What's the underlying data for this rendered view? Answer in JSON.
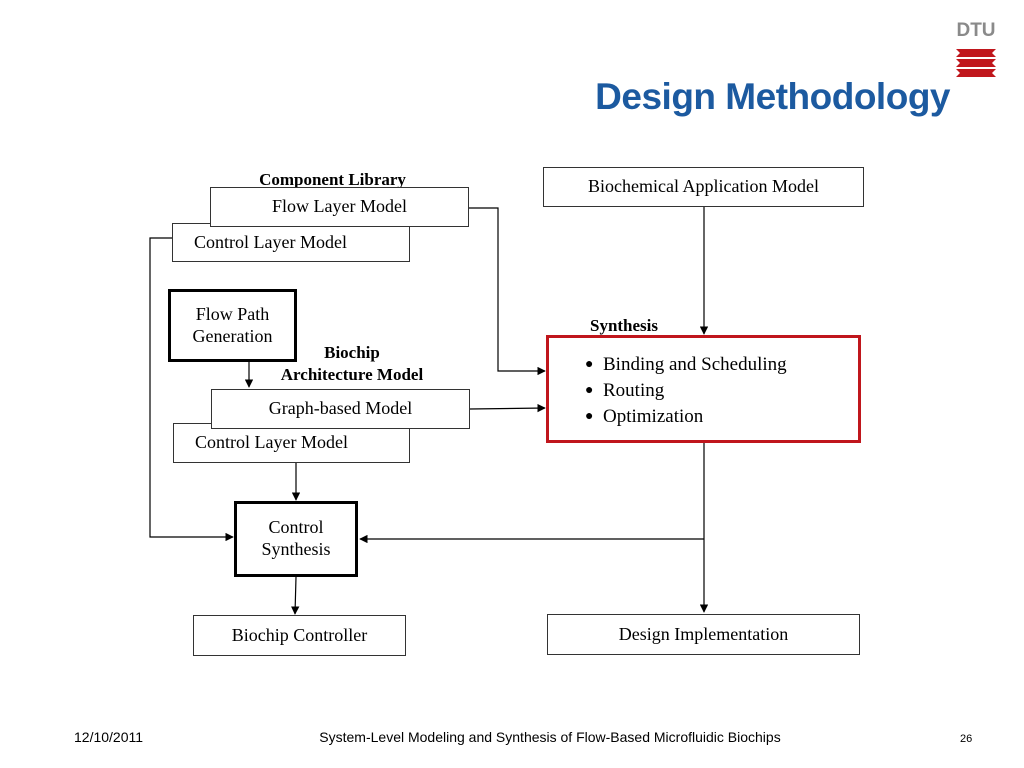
{
  "slide": {
    "title": "Design Methodology",
    "logo_text": "DTU",
    "accent_color": "#1c5aa0",
    "highlight_color": "#c0161c"
  },
  "diagram": {
    "labels": {
      "component_library": "Component Library",
      "synthesis": "Synthesis",
      "biochip_arch_line1": "Biochip",
      "biochip_arch_line2": "Architecture Model"
    },
    "boxes": {
      "flow_layer_model": "Flow Layer Model",
      "control_layer_model_top": "Control Layer Model",
      "flow_path_line1": "Flow Path",
      "flow_path_line2": "Generation",
      "graph_based_model": "Graph-based Model",
      "control_layer_model_bottom": "Control Layer Model",
      "control_synthesis_line1": "Control",
      "control_synthesis_line2": "Synthesis",
      "biochip_controller": "Biochip Controller",
      "biochemical_app_model": "Biochemical Application Model",
      "design_implementation": "Design Implementation"
    },
    "synthesis_items": [
      "Binding and Scheduling",
      "Routing",
      "Optimization"
    ]
  },
  "footer": {
    "date": "12/10/2011",
    "caption": "System-Level Modeling and Synthesis of Flow-Based Microfluidic Biochips",
    "page_number": "26"
  }
}
